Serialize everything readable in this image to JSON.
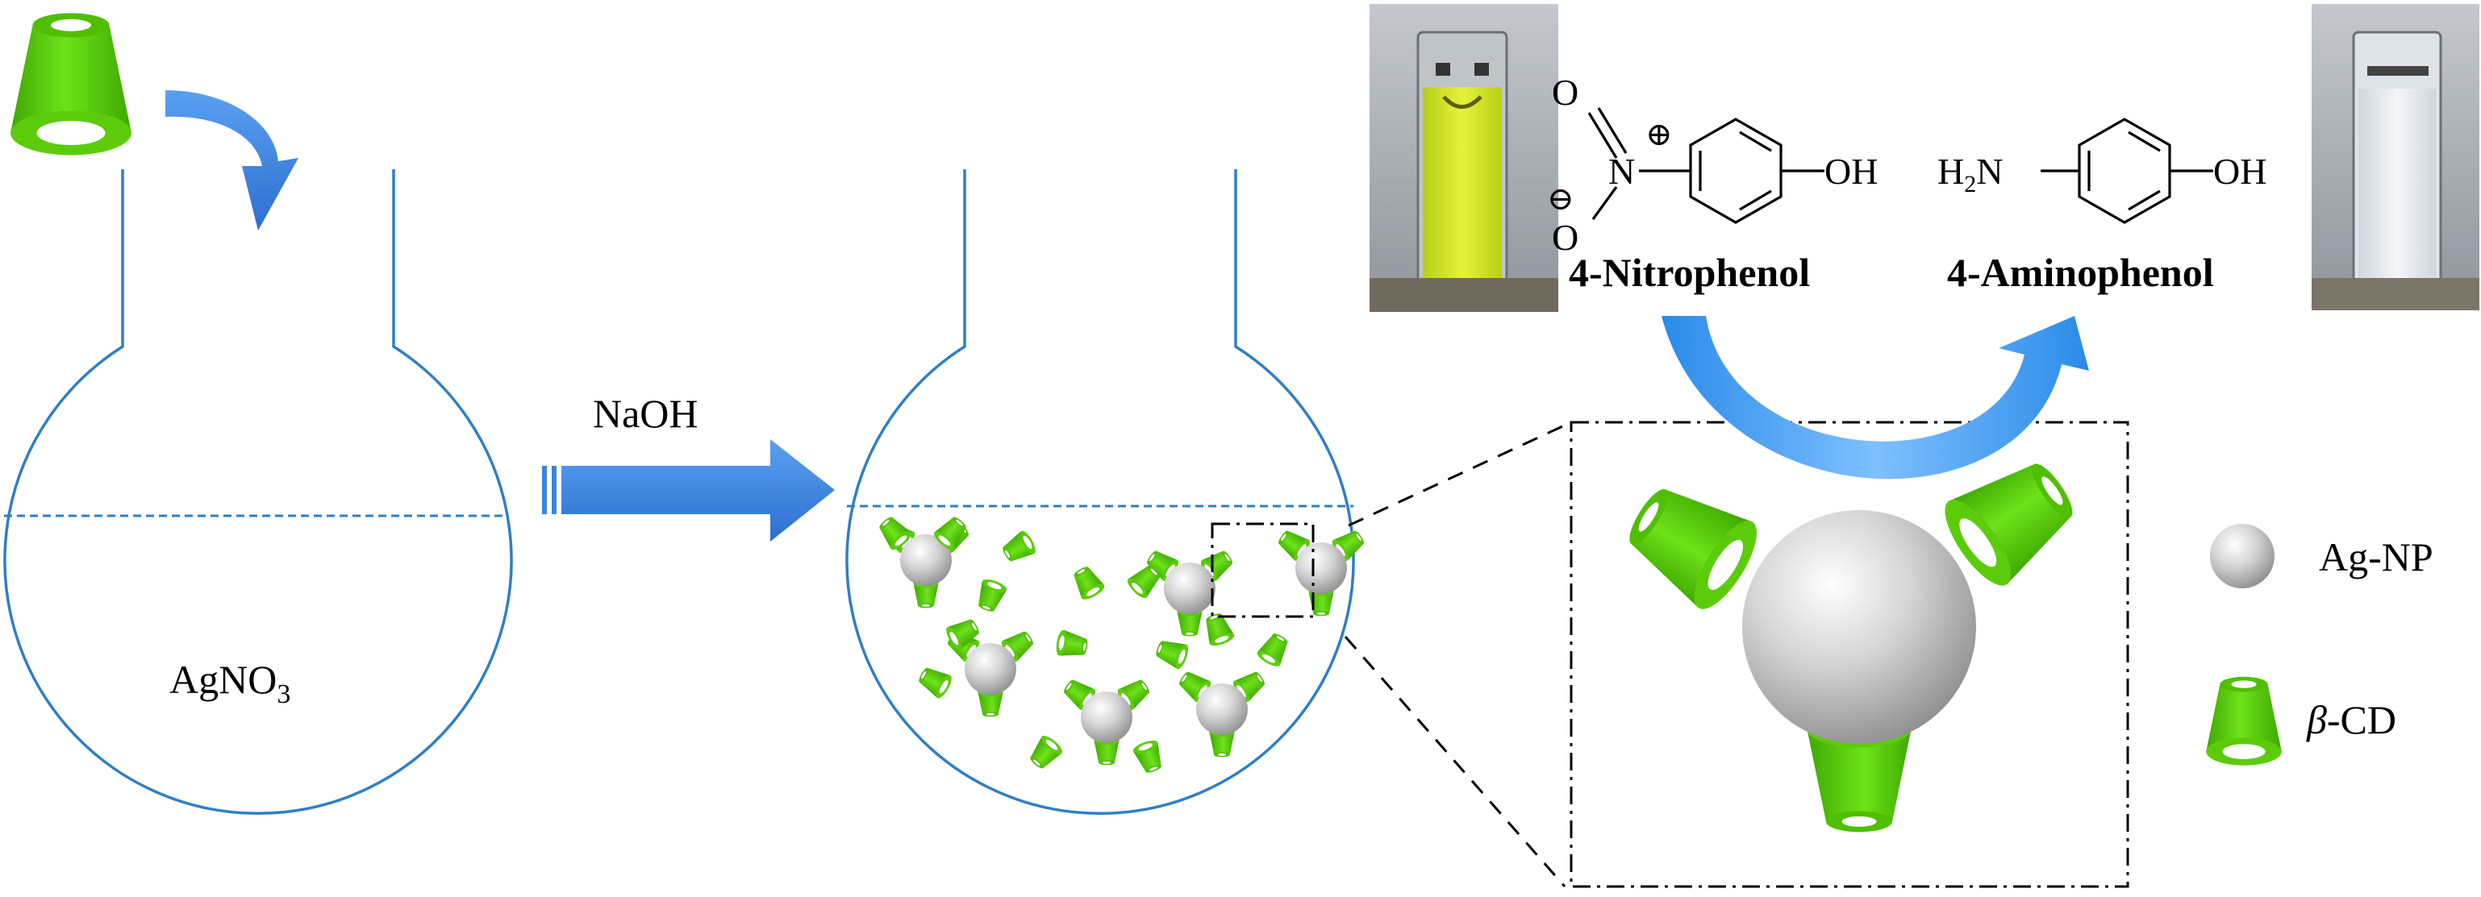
{
  "labels": {
    "reagent": "NaOH",
    "precursor_main": "AgNO",
    "precursor_sub": "3",
    "reactant": "4-Nitrophenol",
    "product": "4-Aminophenol",
    "legend_np": "Ag-NP",
    "legend_cd_greek": "β",
    "legend_cd_rest": "-CD"
  },
  "chem": {
    "nitro_o_top": "O",
    "nitro_o_bottom": "O",
    "nitro_n": "N",
    "plus": "⊕",
    "minus": "⊖",
    "oh_left": "OH",
    "oh_right": "OH",
    "h2n_h": "H",
    "h2n_2": "2",
    "h2n_n": "N"
  },
  "colors": {
    "flask": "#2f7fc4",
    "cyclodextrin": "#5ccc0a",
    "arrow_blue": "#3b84e0",
    "solution_yellow": "#d8e62a"
  }
}
